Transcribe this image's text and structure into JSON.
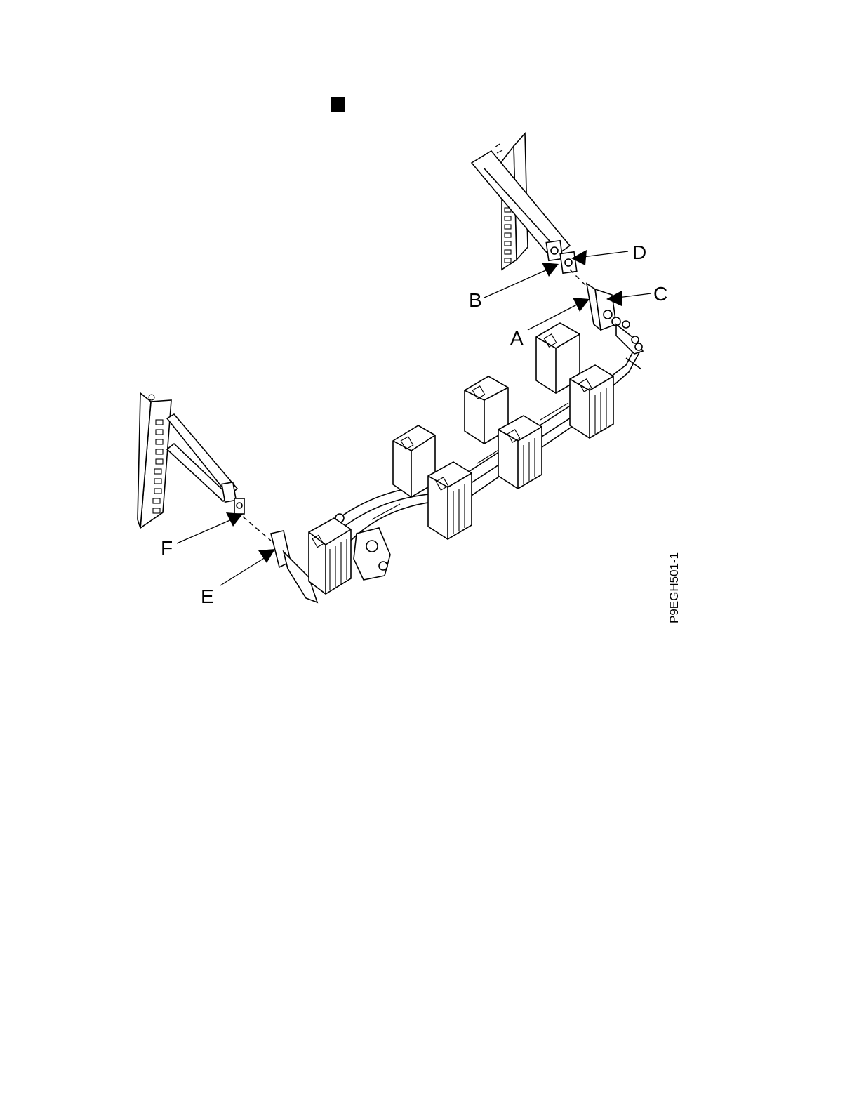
{
  "figure": {
    "callouts": {
      "a": "A",
      "b": "B",
      "c": "C",
      "d": "D",
      "e": "E",
      "f": "F"
    },
    "figure_id": "P9EGH501-1",
    "end_marker_icon": "black-square-icon",
    "colors": {
      "ink": "#000000",
      "background": "#ffffff"
    }
  }
}
